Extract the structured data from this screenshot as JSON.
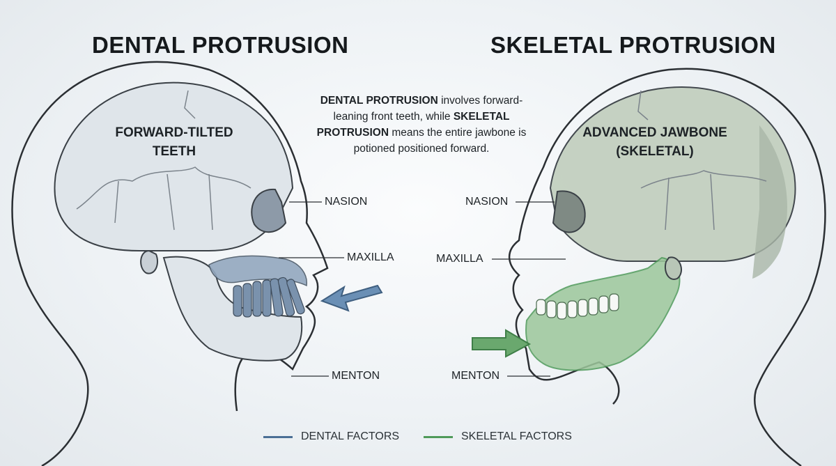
{
  "titles": {
    "left": "DENTAL PROTRUSION",
    "right": "SKELETAL PROTRUSION"
  },
  "caption": {
    "bold1": "DENTAL PROTRUSION",
    "text1": " involves forward-leaning front teeth, while ",
    "bold2": "SKELETAL PROTRUSION",
    "text2": " means the entire jawbone is potioned positioned forward."
  },
  "regions": {
    "left_line1": "FORWARD-TILTED",
    "left_line2": "TEETH",
    "right_line1": "ADVANCED JAWBONE",
    "right_line2": "(SKELETAL)"
  },
  "landmarks": {
    "left": {
      "nasion": "NASION",
      "maxilla": "MAXILLA",
      "menton": "MENTON"
    },
    "right": {
      "nasion": "NASION",
      "maxilla": "MAXILLA",
      "menton": "MENTON"
    }
  },
  "legend": [
    {
      "label": "DENTAL FACTORS",
      "color": "#4a6f95"
    },
    {
      "label": "SKELETAL FACTORS",
      "color": "#4f9a5a"
    }
  ],
  "colors": {
    "dental_accent": "#6a8fb5",
    "skeletal_accent": "#6aa86e",
    "outline": "#2b2f33",
    "bone_fill": "#dde3e8"
  },
  "icons": [
    "dental-arrow-icon",
    "skeletal-arrow-icon"
  ]
}
